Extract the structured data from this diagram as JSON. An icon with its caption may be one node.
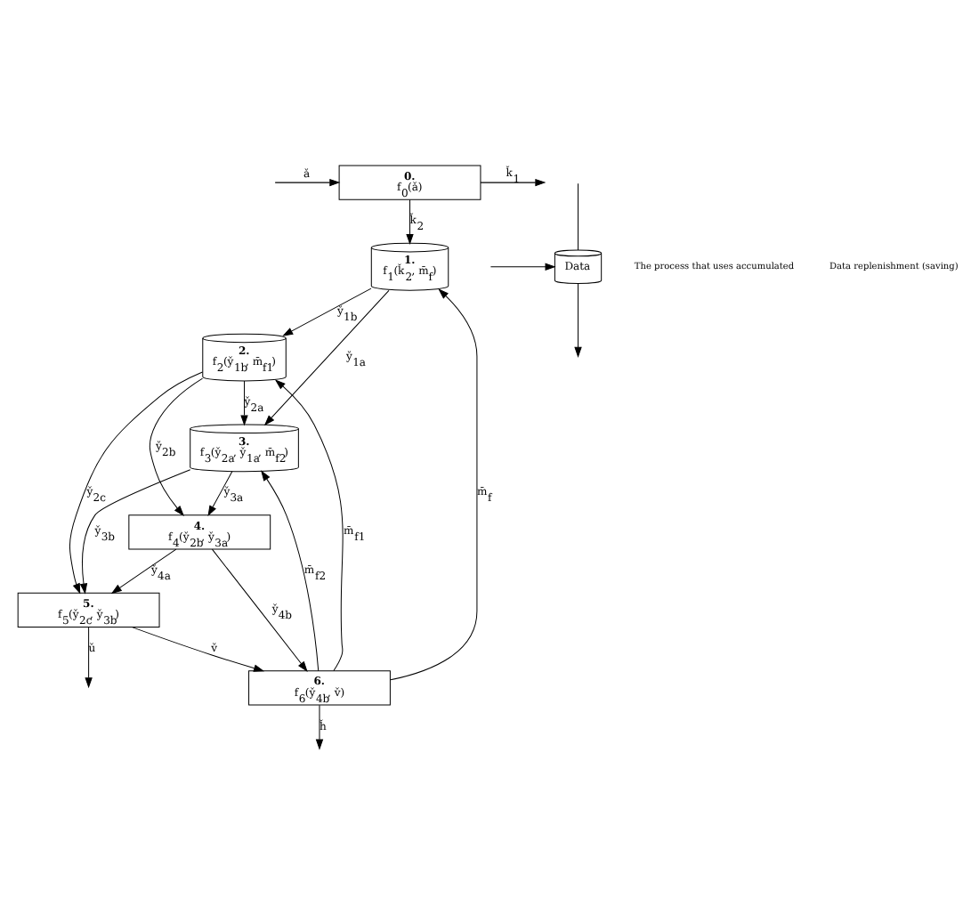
{
  "diagram": {
    "nodes": [
      {
        "text": [
          "0.",
          "f$_{0}$(ǎ)"
        ]
      },
      {
        "text": [
          "1.",
          "f$_{1}$(ǩ$_{2}$, m̄$_{f}$)"
        ]
      },
      {
        "text": [
          "2.",
          "f$_{2}$(y̌$_{1b}$, m̄$_{f1}$)"
        ]
      },
      {
        "text": [
          "3.",
          "f$_{3}$(y̌$_{2a}$, y̌$_{1a}$, m̄$_{f2}$)"
        ]
      },
      {
        "text": [
          "4.",
          "f$_{4}$(y̌$_{2b}$, y̌$_{3a}$)"
        ]
      },
      {
        "text": [
          "5.",
          "f$_{5}$(y̌$_{2c}$, y̌$_{3b}$)"
        ]
      },
      {
        "text": [
          "6.",
          "f$_{6}$(y̌$_{4b}$, v̌)"
        ]
      },
      {
        "text": [
          "Data"
        ]
      }
    ],
    "edges": [
      {
        "from": 0,
        "to": null,
        "arrow": "to",
        "label": "ǩ$_{1}$"
      },
      {
        "from": null,
        "to": 0,
        "arrow": "to",
        "label": "ǎ"
      },
      {
        "from": 0,
        "to": 1,
        "arrow": "to",
        "label": "ǩ$_{2}$"
      },
      {
        "from": 6,
        "to": 1,
        "arrow": "to",
        "label": "m̄$_{f}$"
      },
      {
        "from": 6,
        "to": 2,
        "arrow": "to",
        "label": "m̄$_{f1}$"
      },
      {
        "from": 6,
        "to": 3,
        "arrow": "to",
        "label": "m̄$_{f2}$"
      },
      {
        "from": 1,
        "to": 2,
        "arrow": "to",
        "label": "y̌$_{1b}$"
      },
      {
        "from": 1,
        "to": 3,
        "arrow": "to",
        "label": "y̌$_{1a}$"
      },
      {
        "from": 2,
        "to": 3,
        "arrow": "to",
        "label": "y̌$_{2a}$"
      },
      {
        "from": 2,
        "to": 4,
        "arrow": "to",
        "label": "y̌$_{2b}$"
      },
      {
        "from": 2,
        "to": 5,
        "arrow": "to",
        "label": "y̌$_{2c}$"
      },
      {
        "from": 3,
        "to": 4,
        "arrow": "to",
        "label": "y̌$_{3a}$"
      },
      {
        "from": 3,
        "to": 5,
        "arrow": "to",
        "label": "y̌$_{3b}$"
      },
      {
        "from": 4,
        "to": 5,
        "arrow": "to",
        "label": "y̌$_{4a}$"
      },
      {
        "from": 4,
        "to": 6,
        "arrow": "to",
        "label": "y̌$_{4b}$"
      },
      {
        "from": 5,
        "to": 6,
        "arrow": "to",
        "label": "v̌"
      },
      {
        "from": 6,
        "to": null,
        "arrow": "to",
        "label": "ȟ"
      },
      {
        "from": 5,
        "to": null,
        "arrow": "to",
        "label": "ǔ"
      },
      {
        "from": null,
        "to": 7,
        "arrow": "none"
      },
      {
        "from": 7,
        "to": null,
        "arrow": "to"
      },
      {
        "from": null,
        "to": 7,
        "arrow": "to"
      }
    ],
    "labels": [
      "The process that uses accumulated",
      "Data replenishment (saving)"
    ]
  }
}
